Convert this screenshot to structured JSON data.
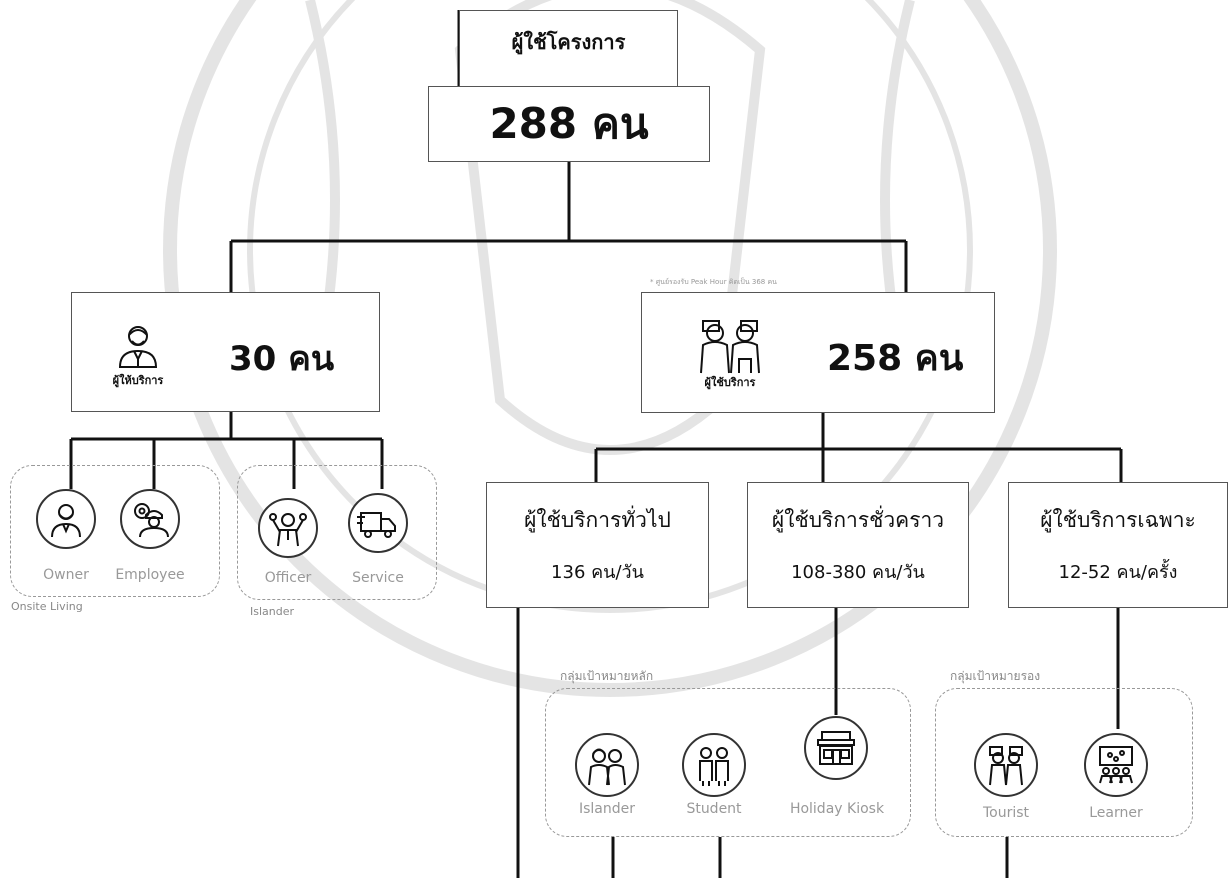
{
  "root": {
    "title": "ผู้ใช้โครงการ",
    "count": "288 คน"
  },
  "providers": {
    "count": "30 คน",
    "caption": "ผู้ให้บริการ"
  },
  "users": {
    "count": "258 คน",
    "caption": "ผู้ใช้บริการ",
    "note": "* ศูนย์รองรับ Peak Hour คิดเป็น 368 คน"
  },
  "groups": {
    "general": {
      "title": "ผู้ใช้บริการทั่วไป",
      "count": "136 คน/วัน"
    },
    "temporary": {
      "title": "ผู้ใช้บริการชั่วคราว",
      "count": "108-380 คน/วัน"
    },
    "specific": {
      "title": "ผู้ใช้บริการเฉพาะ",
      "count": "12-52 คน/ครั้ง"
    }
  },
  "onsite_living": {
    "group_label": "Onsite Living",
    "items": [
      {
        "label": "Owner",
        "icon": "owner-icon"
      },
      {
        "label": "Employee",
        "icon": "employee-icon"
      }
    ]
  },
  "islander_staff": {
    "group_label": "Islander",
    "items": [
      {
        "label": "Officer",
        "icon": "officer-icon"
      },
      {
        "label": "Service",
        "icon": "delivery-truck-icon"
      }
    ]
  },
  "primary_target": {
    "group_label": "กลุ่มเป้าหมายหลัก",
    "items": [
      {
        "label": "Islander",
        "icon": "couple-icon"
      },
      {
        "label": "Student",
        "icon": "students-icon"
      },
      {
        "label": "Holiday Kiosk",
        "icon": "kiosk-icon"
      }
    ]
  },
  "secondary_target": {
    "group_label": "กลุ่มเป้าหมายรอง",
    "items": [
      {
        "label": "Tourist",
        "icon": "tourist-icon"
      },
      {
        "label": "Learner",
        "icon": "learner-icon"
      }
    ]
  }
}
